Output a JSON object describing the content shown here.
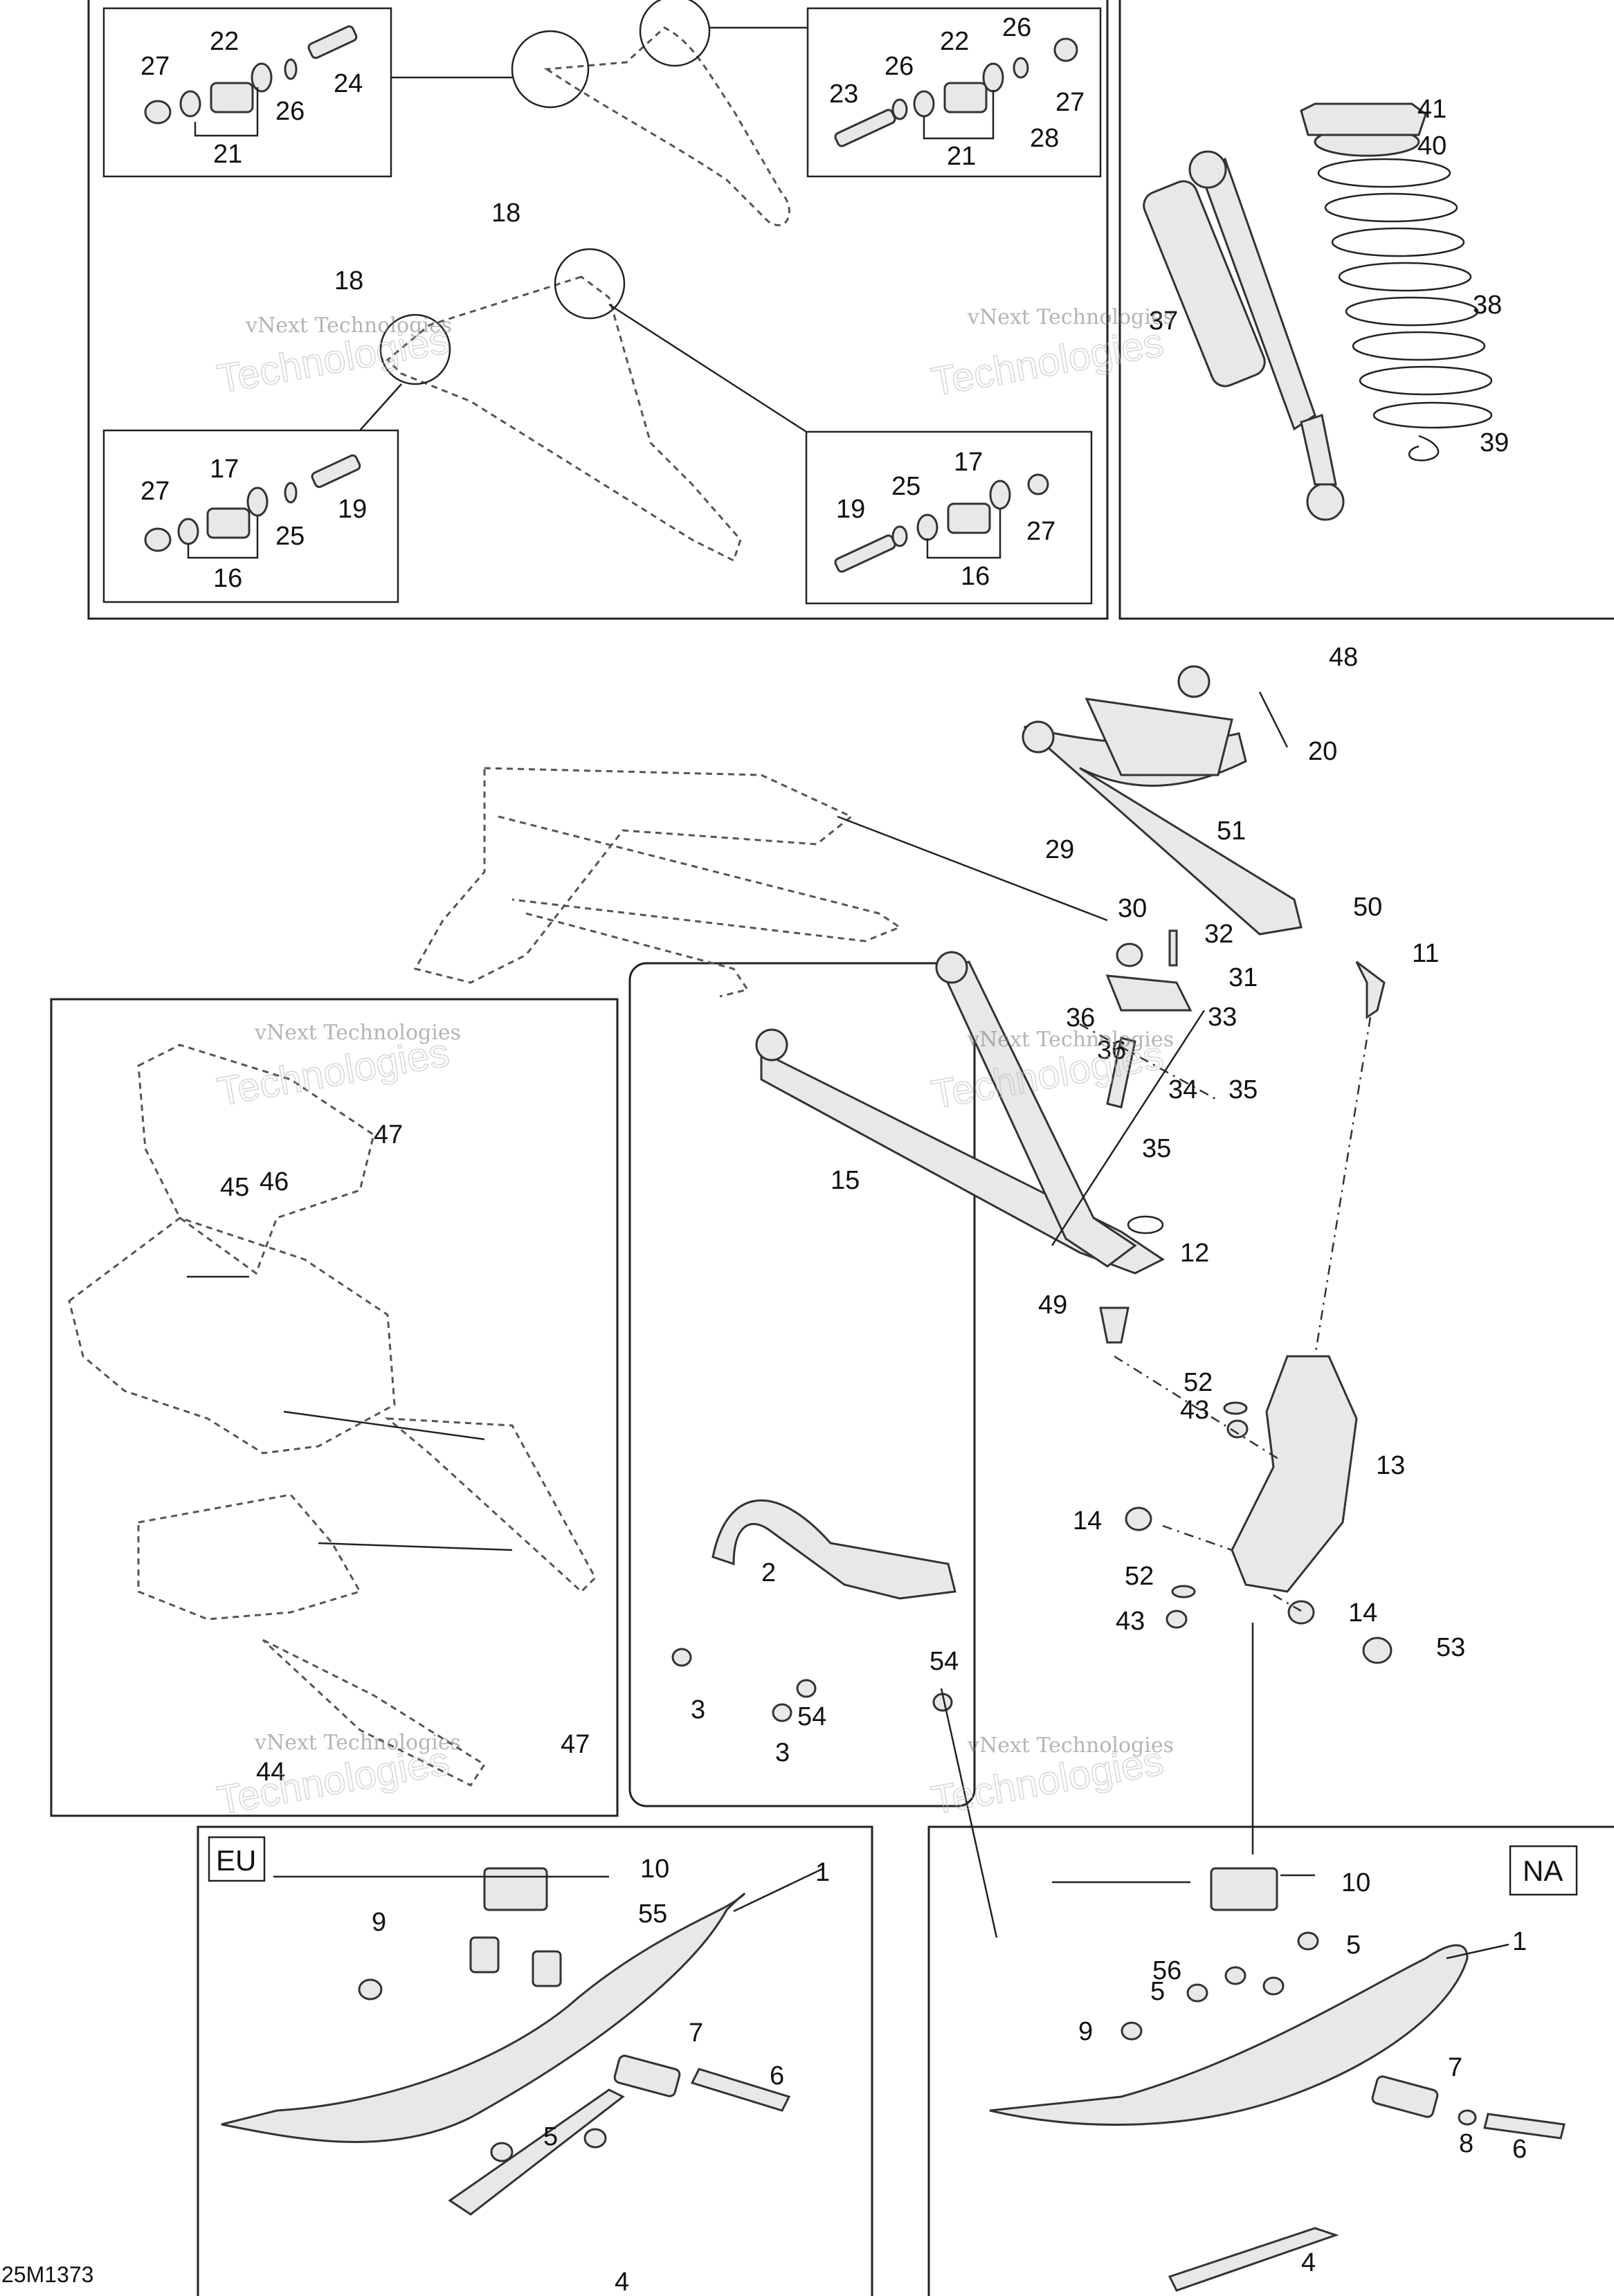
{
  "diagram_id": "25M1373",
  "region_labels": {
    "eu": "EU",
    "na": "NA"
  },
  "watermark": {
    "line1": "vNext Technologies",
    "line2": "Technologies"
  },
  "callouts": {
    "c27a": "27",
    "c22a": "22",
    "c24": "24",
    "c26a": "26",
    "c21a": "21",
    "c23": "23",
    "c26b": "26",
    "c22b": "22",
    "c26c": "26",
    "c27b": "27",
    "c28": "28",
    "c21b": "21",
    "c41": "41",
    "c40": "40",
    "c38": "38",
    "c37": "37",
    "c39": "39",
    "c48": "48",
    "c18a": "18",
    "c18b": "18",
    "c27c": "27",
    "c17a": "17",
    "c19a": "19",
    "c25a": "25",
    "c16a": "16",
    "c19b": "19",
    "c25b": "25",
    "c17b": "17",
    "c27d": "27",
    "c16b": "16",
    "c20": "20",
    "c29": "29",
    "c51": "51",
    "c50": "50",
    "c11": "11",
    "c30": "30",
    "c32": "32",
    "c31": "31",
    "c36a": "36",
    "c33": "33",
    "c36b": "36",
    "c34": "34",
    "c35a": "35",
    "c35b": "35",
    "c15": "15",
    "c12": "12",
    "c49": "49",
    "c52a": "52",
    "c43a": "43",
    "c13": "13",
    "c14a": "14",
    "c52b": "52",
    "c43b": "43",
    "c14b": "14",
    "c53": "53",
    "c47a": "47",
    "c45": "45",
    "c46": "46",
    "c44": "44",
    "c47b": "47",
    "c2": "2",
    "c54a": "54",
    "c3a": "3",
    "c54b": "54",
    "c3b": "3",
    "c10a": "10",
    "c1a": "1",
    "c55": "55",
    "c9a": "9",
    "c7a": "7",
    "c6a": "6",
    "c5a": "5",
    "c4a": "4",
    "c10b": "10",
    "c56": "56",
    "c5b": "5",
    "c1b": "1",
    "c5c": "5",
    "c9b": "9",
    "c7b": "7",
    "c8": "8",
    "c6b": "6",
    "c4b": "4"
  }
}
